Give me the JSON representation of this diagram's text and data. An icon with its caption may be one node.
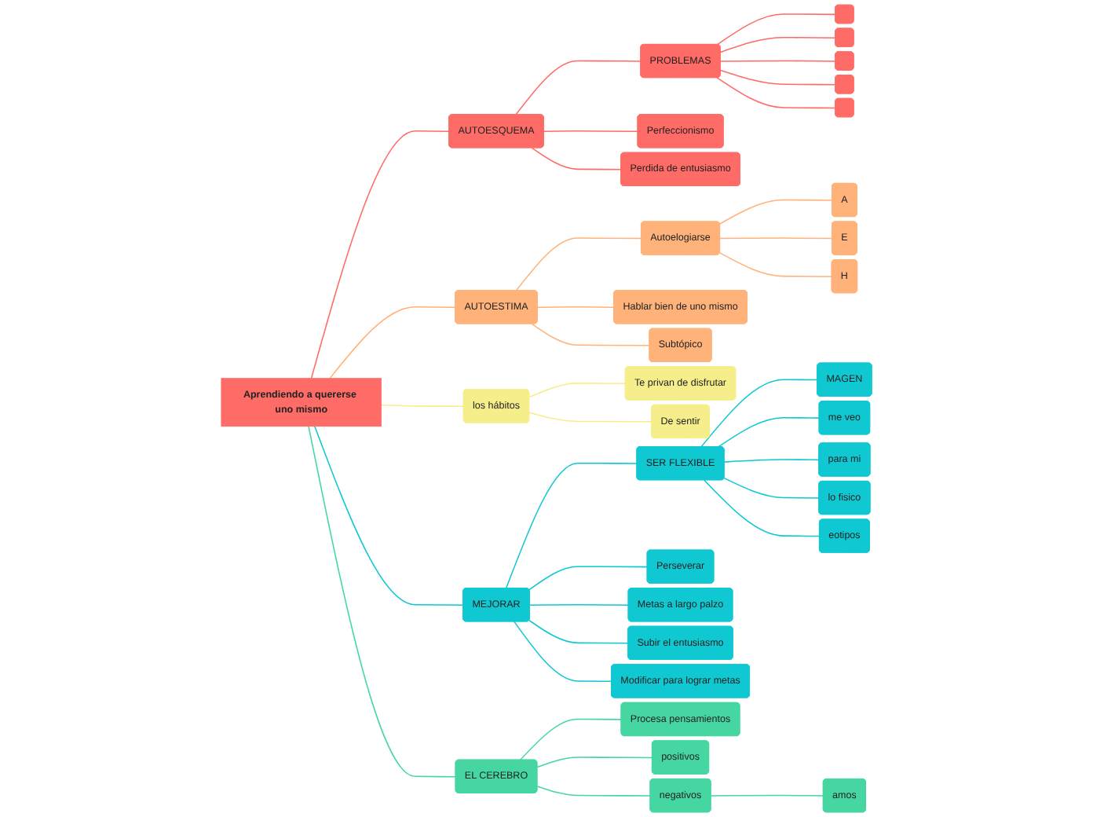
{
  "diagram": {
    "nodes": [
      {
        "text": [
          "Aprendiendo a quererse uno mismo"
        ]
      },
      {
        "text": [
          "AUTOESQUEMA"
        ]
      },
      {
        "text": [
          "PROBLEMAS"
        ]
      },
      {
        "text": [],
        "shape": "box"
      },
      {
        "text": [],
        "shape": "box"
      },
      {
        "text": [],
        "shape": "box"
      },
      {
        "text": [],
        "shape": "box"
      },
      {
        "text": [],
        "shape": "box"
      },
      {
        "text": [
          "Perfeccionismo"
        ]
      },
      {
        "text": [
          "Perdida de entusiasmo"
        ]
      },
      {
        "text": [
          "AUTOESTIMA"
        ]
      },
      {
        "text": [
          "Autoelogiarse"
        ]
      },
      {
        "text": [
          "A"
        ]
      },
      {
        "text": [
          "E"
        ]
      },
      {
        "text": [
          "H"
        ]
      },
      {
        "text": [
          "Hablar bien de uno mismo"
        ]
      },
      {
        "text": [
          "Subtópico"
        ]
      },
      {
        "text": [
          "los hábitos"
        ]
      },
      {
        "text": [
          "Te privan de disfrutar"
        ]
      },
      {
        "text": [
          "De sentir"
        ]
      },
      {
        "text": [
          "MEJORAR"
        ]
      },
      {
        "text": [
          "SER FLEXIBLE"
        ]
      },
      {
        "text": [
          "MAGEN"
        ]
      },
      {
        "text": [
          "me veo"
        ]
      },
      {
        "text": [
          "para mi"
        ]
      },
      {
        "text": [
          "lo fisico"
        ]
      },
      {
        "text": [
          "eotipos"
        ]
      },
      {
        "text": [
          "Perseverar"
        ]
      },
      {
        "text": [
          "Metas a largo palzo"
        ]
      },
      {
        "text": [
          "Subir el entusiasmo"
        ]
      },
      {
        "text": [
          "Modificar para lograr metas"
        ]
      },
      {
        "text": [
          "EL CEREBRO"
        ]
      },
      {
        "text": [
          "Procesa pensamientos"
        ]
      },
      {
        "text": [
          "positivos"
        ]
      },
      {
        "text": [
          "negativos"
        ]
      },
      {
        "text": [
          "amos"
        ]
      }
    ],
    "edges": [
      {
        "from": 0,
        "to": 1,
        "arrow": "none",
        "color": "#ff6b66"
      },
      {
        "from": 1,
        "to": 2,
        "arrow": "none",
        "color": "#ff6b66"
      },
      {
        "from": 2,
        "to": 3,
        "arrow": "none",
        "color": "#ff6b66"
      },
      {
        "from": 2,
        "to": 4,
        "arrow": "none",
        "color": "#ff6b66"
      },
      {
        "from": 2,
        "to": 5,
        "arrow": "none",
        "color": "#ff6b66"
      },
      {
        "from": 2,
        "to": 6,
        "arrow": "none",
        "color": "#ff6b66"
      },
      {
        "from": 2,
        "to": 7,
        "arrow": "none",
        "color": "#ff6b66"
      },
      {
        "from": 1,
        "to": 8,
        "arrow": "none",
        "color": "#ff6b66"
      },
      {
        "from": 1,
        "to": 9,
        "arrow": "none",
        "color": "#ff6b66"
      },
      {
        "from": 0,
        "to": 10,
        "arrow": "none",
        "color": "#ffb27a"
      },
      {
        "from": 10,
        "to": 11,
        "arrow": "none",
        "color": "#ffb27a"
      },
      {
        "from": 11,
        "to": 12,
        "arrow": "none",
        "color": "#ffb27a"
      },
      {
        "from": 11,
        "to": 13,
        "arrow": "none",
        "color": "#ffb27a"
      },
      {
        "from": 11,
        "to": 14,
        "arrow": "none",
        "color": "#ffb27a"
      },
      {
        "from": 10,
        "to": 15,
        "arrow": "none",
        "color": "#ffb27a"
      },
      {
        "from": 10,
        "to": 16,
        "arrow": "none",
        "color": "#ffb27a"
      },
      {
        "from": 0,
        "to": 17,
        "arrow": "none",
        "color": "#f5ee8a"
      },
      {
        "from": 17,
        "to": 18,
        "arrow": "none",
        "color": "#f5ee8a"
      },
      {
        "from": 17,
        "to": 19,
        "arrow": "none",
        "color": "#f5ee8a"
      },
      {
        "from": 0,
        "to": 20,
        "arrow": "none",
        "color": "#10c8d2"
      },
      {
        "from": 20,
        "to": 21,
        "arrow": "none",
        "color": "#10c8d2"
      },
      {
        "from": 21,
        "to": 22,
        "arrow": "none",
        "color": "#10c8d2"
      },
      {
        "from": 21,
        "to": 23,
        "arrow": "none",
        "color": "#10c8d2"
      },
      {
        "from": 21,
        "to": 24,
        "arrow": "none",
        "color": "#10c8d2"
      },
      {
        "from": 21,
        "to": 25,
        "arrow": "none",
        "color": "#10c8d2"
      },
      {
        "from": 21,
        "to": 26,
        "arrow": "none",
        "color": "#10c8d2"
      },
      {
        "from": 20,
        "to": 27,
        "arrow": "none",
        "color": "#10c8d2"
      },
      {
        "from": 20,
        "to": 28,
        "arrow": "none",
        "color": "#10c8d2"
      },
      {
        "from": 20,
        "to": 29,
        "arrow": "none",
        "color": "#10c8d2"
      },
      {
        "from": 20,
        "to": 30,
        "arrow": "none",
        "color": "#10c8d2"
      },
      {
        "from": 0,
        "to": 31,
        "arrow": "none",
        "color": "#45d6a2"
      },
      {
        "from": 31,
        "to": 32,
        "arrow": "none",
        "color": "#45d6a2"
      },
      {
        "from": 31,
        "to": 33,
        "arrow": "none",
        "color": "#45d6a2"
      },
      {
        "from": 31,
        "to": 34,
        "arrow": "none",
        "color": "#45d6a2"
      },
      {
        "from": 34,
        "to": 35,
        "arrow": "none",
        "color": "#45d6a2"
      }
    ]
  }
}
